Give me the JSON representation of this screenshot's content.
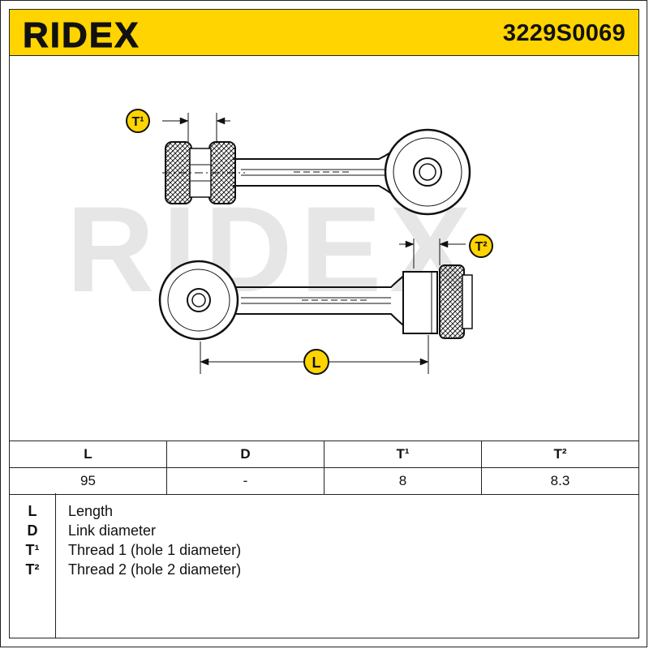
{
  "brand": {
    "name": "RIDEX",
    "colors": {
      "accent": "#ffd400",
      "ink": "#111111",
      "watermark": "#e6e6e6"
    }
  },
  "header": {
    "part_number": "3229S0069"
  },
  "drawing": {
    "callouts": {
      "t1": "T¹",
      "t2": "T²",
      "l": "L"
    },
    "watermark": "RIDEX"
  },
  "table": {
    "headers": [
      "L",
      "D",
      "T¹",
      "T²"
    ],
    "values": [
      "95",
      "-",
      "8",
      "8.3"
    ]
  },
  "legend": [
    {
      "key": "L",
      "desc": "Length"
    },
    {
      "key": "D",
      "desc": "Link diameter"
    },
    {
      "key": "T¹",
      "desc": "Thread 1 (hole 1 diameter)"
    },
    {
      "key": "T²",
      "desc": "Thread 2 (hole 2 diameter)"
    }
  ]
}
